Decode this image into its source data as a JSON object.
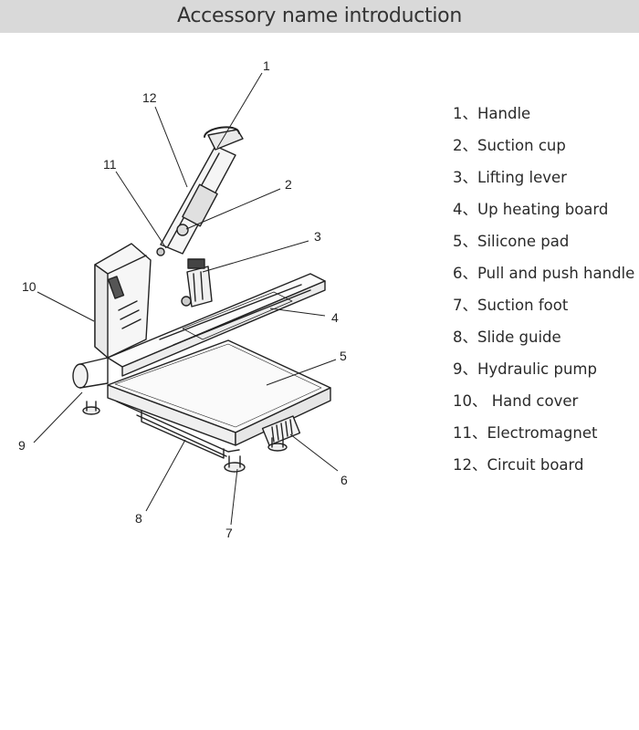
{
  "header": {
    "title": "Accessory name introduction"
  },
  "colors": {
    "header_bg": "#d9d9d9",
    "line": "#222222"
  },
  "diagram": {
    "callouts": [
      "1",
      "2",
      "3",
      "4",
      "5",
      "6",
      "7",
      "8",
      "9",
      "10",
      "11",
      "12"
    ]
  },
  "legend": {
    "items": [
      "1、Handle",
      "2、Suction cup",
      "3、Lifting lever",
      "4、Up heating board",
      "5、Silicone pad",
      "6、Pull and push handle",
      "7、Suction foot",
      "8、Slide guide",
      "9、Hydraulic pump",
      "10、 Hand cover",
      "11、Electromagnet",
      "12、Circuit board"
    ]
  }
}
